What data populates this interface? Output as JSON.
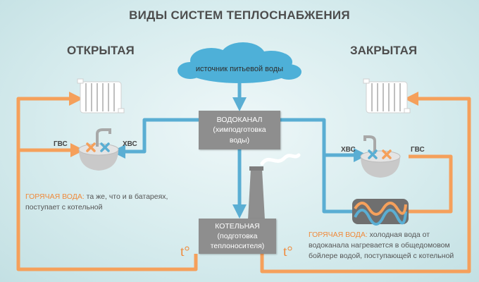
{
  "title": "ВИДЫ СИСТЕМ ТЕПЛОСНАБЖЕНИЯ",
  "open_system": {
    "label": "ОТКРЫТАЯ",
    "gvs_label": "ГВС",
    "hvs_label": "ХВС",
    "note_highlight": "ГОРЯЧАЯ ВОДА:",
    "note_text": " та же, что и в батареях, поступает с котельной"
  },
  "closed_system": {
    "label": "ЗАКРЫТАЯ",
    "gvs_label": "ГВС",
    "hvs_label": "ХВС",
    "note_highlight": "ГОРЯЧАЯ ВОДА:",
    "note_text": " холодная вода от водоканала нагревается в общедомовом бойлере водой, поступающей с котельной"
  },
  "source": {
    "label": "источник питьевой воды"
  },
  "vodokanal": {
    "line1": "ВОДОКАНАЛ",
    "line2": "(химподготовка",
    "line3": "воды)"
  },
  "kotelnaya": {
    "line1": "КОТЕЛЬНАЯ",
    "line2": "(подготовка",
    "line3": "теплоносителя)"
  },
  "temp_symbol_left": "t°",
  "temp_symbol_right": "t°",
  "colors": {
    "hot": "#f5a05b",
    "cold": "#5aaed3",
    "cloud": "#4eb0d8",
    "box": "#8e8e8e",
    "text_dark": "#4d4d4d",
    "accent_text": "#f08a3b"
  },
  "icons": {
    "radiator_left": "radiator-icon",
    "radiator_right": "radiator-icon",
    "sink_left": "sink-faucet-icon",
    "sink_right": "sink-faucet-icon",
    "cloud": "cloud-icon",
    "chimney": "chimney-icon",
    "smoke": "smoke-icon",
    "boiler": "heat-exchanger-icon"
  }
}
